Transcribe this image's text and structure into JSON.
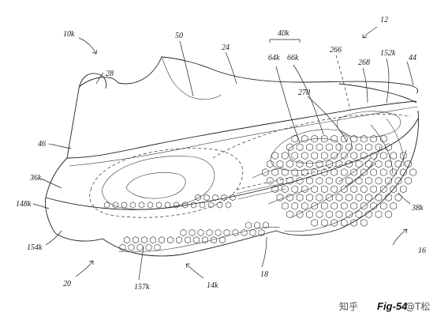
{
  "figure_label": "Fig-54",
  "watermark": "知乎",
  "watermark_author": "@T松",
  "references": [
    {
      "id": "ref-10k",
      "text": "10k"
    },
    {
      "id": "ref-50",
      "text": "50"
    },
    {
      "id": "ref-24",
      "text": "24"
    },
    {
      "id": "ref-40k",
      "text": "40k"
    },
    {
      "id": "ref-64k",
      "text": "64k"
    },
    {
      "id": "ref-66k",
      "text": "66k"
    },
    {
      "id": "ref-266",
      "text": "266"
    },
    {
      "id": "ref-268",
      "text": "268"
    },
    {
      "id": "ref-152k",
      "text": "152k"
    },
    {
      "id": "ref-44",
      "text": "44"
    },
    {
      "id": "ref-12",
      "text": "12"
    },
    {
      "id": "ref-28",
      "text": "28"
    },
    {
      "id": "ref-270",
      "text": "270"
    },
    {
      "id": "ref-46",
      "text": "46"
    },
    {
      "id": "ref-36k",
      "text": "36k"
    },
    {
      "id": "ref-148k",
      "text": "148k"
    },
    {
      "id": "ref-154k",
      "text": "154k"
    },
    {
      "id": "ref-38k",
      "text": "38k"
    },
    {
      "id": "ref-16",
      "text": "16"
    },
    {
      "id": "ref-20",
      "text": "20"
    },
    {
      "id": "ref-157k",
      "text": "157k"
    },
    {
      "id": "ref-14k",
      "text": "14k"
    },
    {
      "id": "ref-18",
      "text": "18"
    }
  ]
}
